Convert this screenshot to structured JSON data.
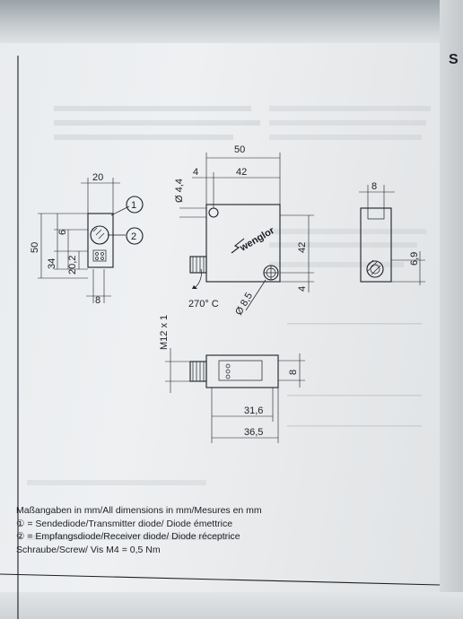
{
  "corner_letter": "S",
  "dimensions": {
    "front_width": "20",
    "front_height": "50",
    "front_h1": "6",
    "front_h2": "34",
    "front_h3": "20,2",
    "front_bottom": "8",
    "side_width": "50",
    "side_inner": "42",
    "side_left": "4",
    "side_height": "42",
    "side_bottom": "4",
    "hole_small": "Ø 4,4",
    "hole_large": "Ø 8,5",
    "rotation": "270° C",
    "thread": "M12 x 1",
    "top_width": "8",
    "top_len1": "31,6",
    "top_len2": "36,5",
    "end_width": "8",
    "end_height": "6,9",
    "callout_1": "1",
    "callout_2": "2"
  },
  "legend": {
    "line1": "Maßangaben in mm/All dimensions in mm/Mesures en mm",
    "line2": "= Sendediode/Transmitter diode/ Diode émettrice",
    "line3": "= Empfangsdiode/Receiver diode/ Diode réceptrice",
    "line4": "Schraube/Screw/ Vis M4 = 0,5 Nm",
    "mark1": "①",
    "mark2": "②"
  }
}
